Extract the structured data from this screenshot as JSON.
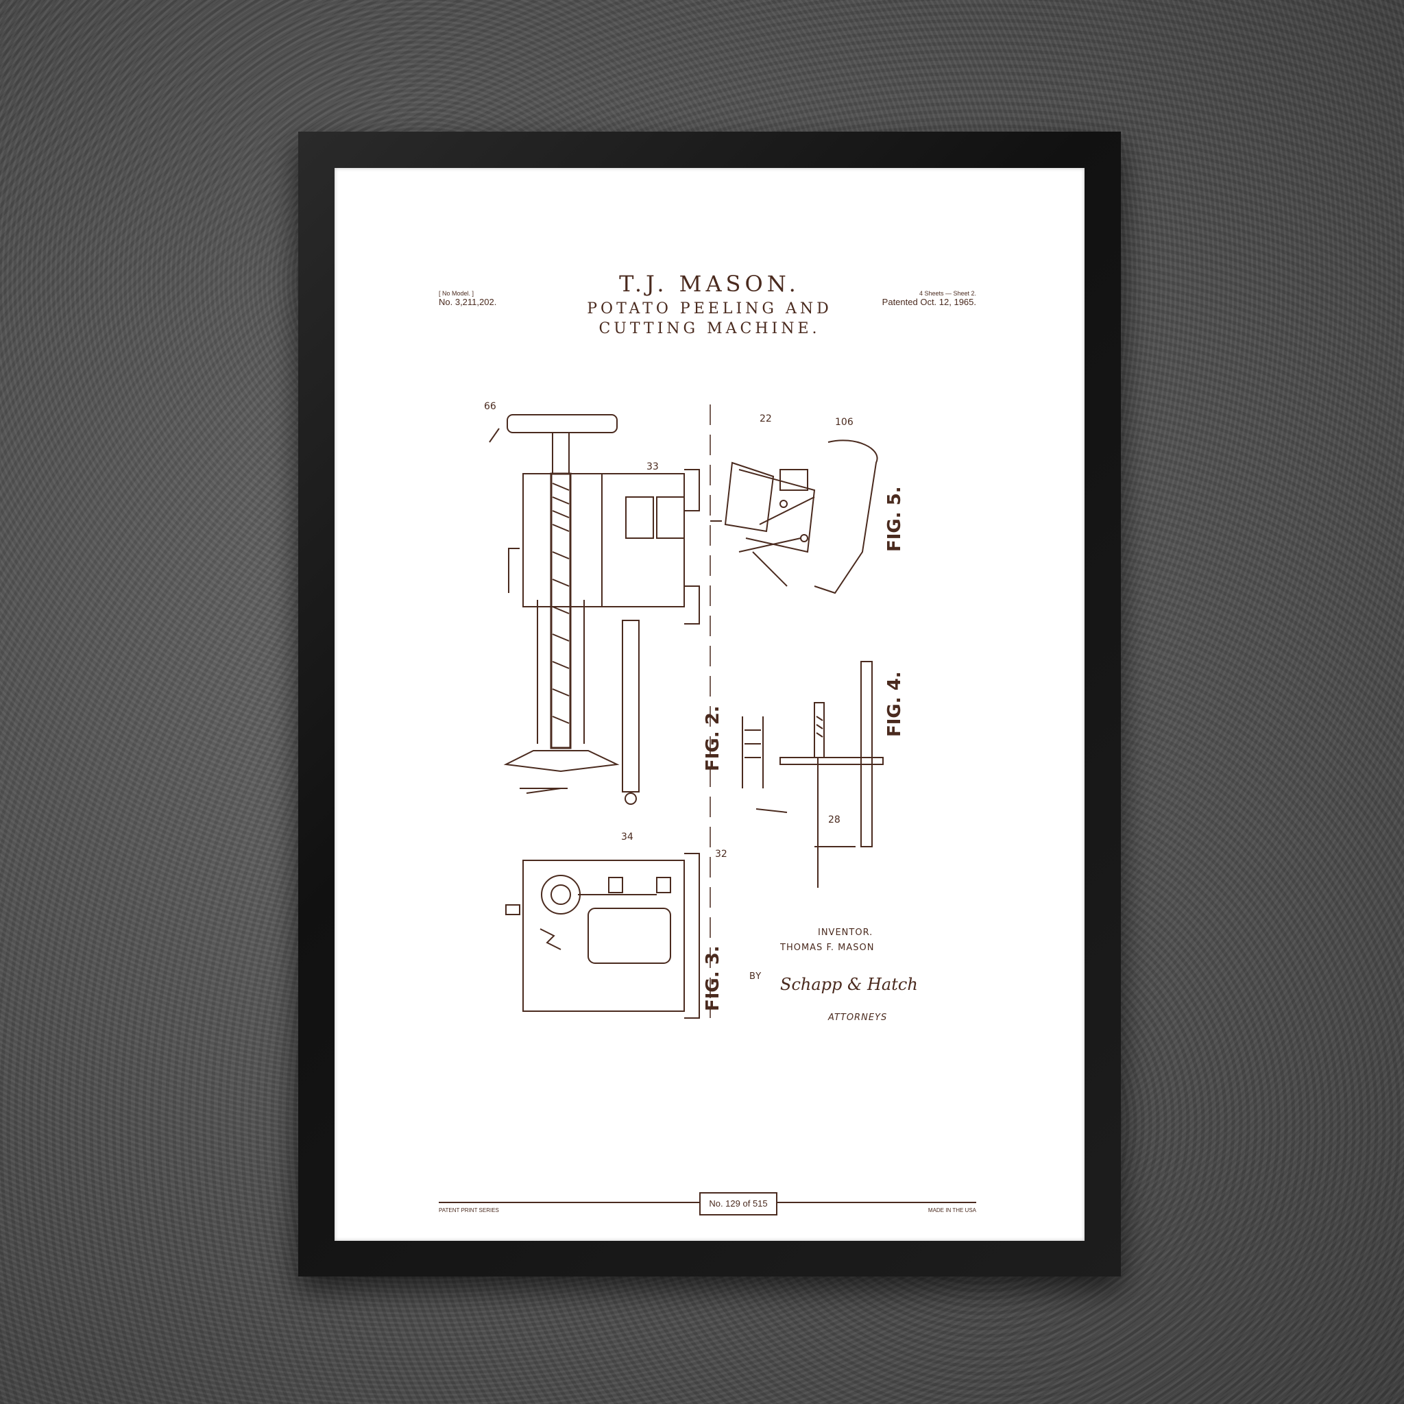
{
  "header": {
    "inventor_title": "T.J. MASON.",
    "subtitle_line1": "POTATO PEELING AND",
    "subtitle_line2": "CUTTING MACHINE.",
    "model_note": "[ No Model. ]",
    "patent_number": "No. 3,211,202.",
    "sheets": "4 Sheets — Sheet 2.",
    "patented_date": "Patented Oct. 12, 1965."
  },
  "figures": {
    "fig2": "FIG. 2.",
    "fig3": "FIG. 3.",
    "fig4": "FIG. 4.",
    "fig5": "FIG. 5."
  },
  "signature_block": {
    "inventor_label": "INVENTOR.",
    "inventor_name": "THOMAS F. MASON",
    "by": "BY",
    "signature": "Schapp & Hatch",
    "attorneys": "ATTORNEYS"
  },
  "footer": {
    "series": "PATENT PRINT SERIES",
    "edition": "No. 129 of 515",
    "made_in": "MADE IN THE USA"
  },
  "colors": {
    "ink": "#4a2a1e",
    "frame": "#1a1a1a",
    "paper": "#ffffff",
    "wall": "#555555"
  }
}
